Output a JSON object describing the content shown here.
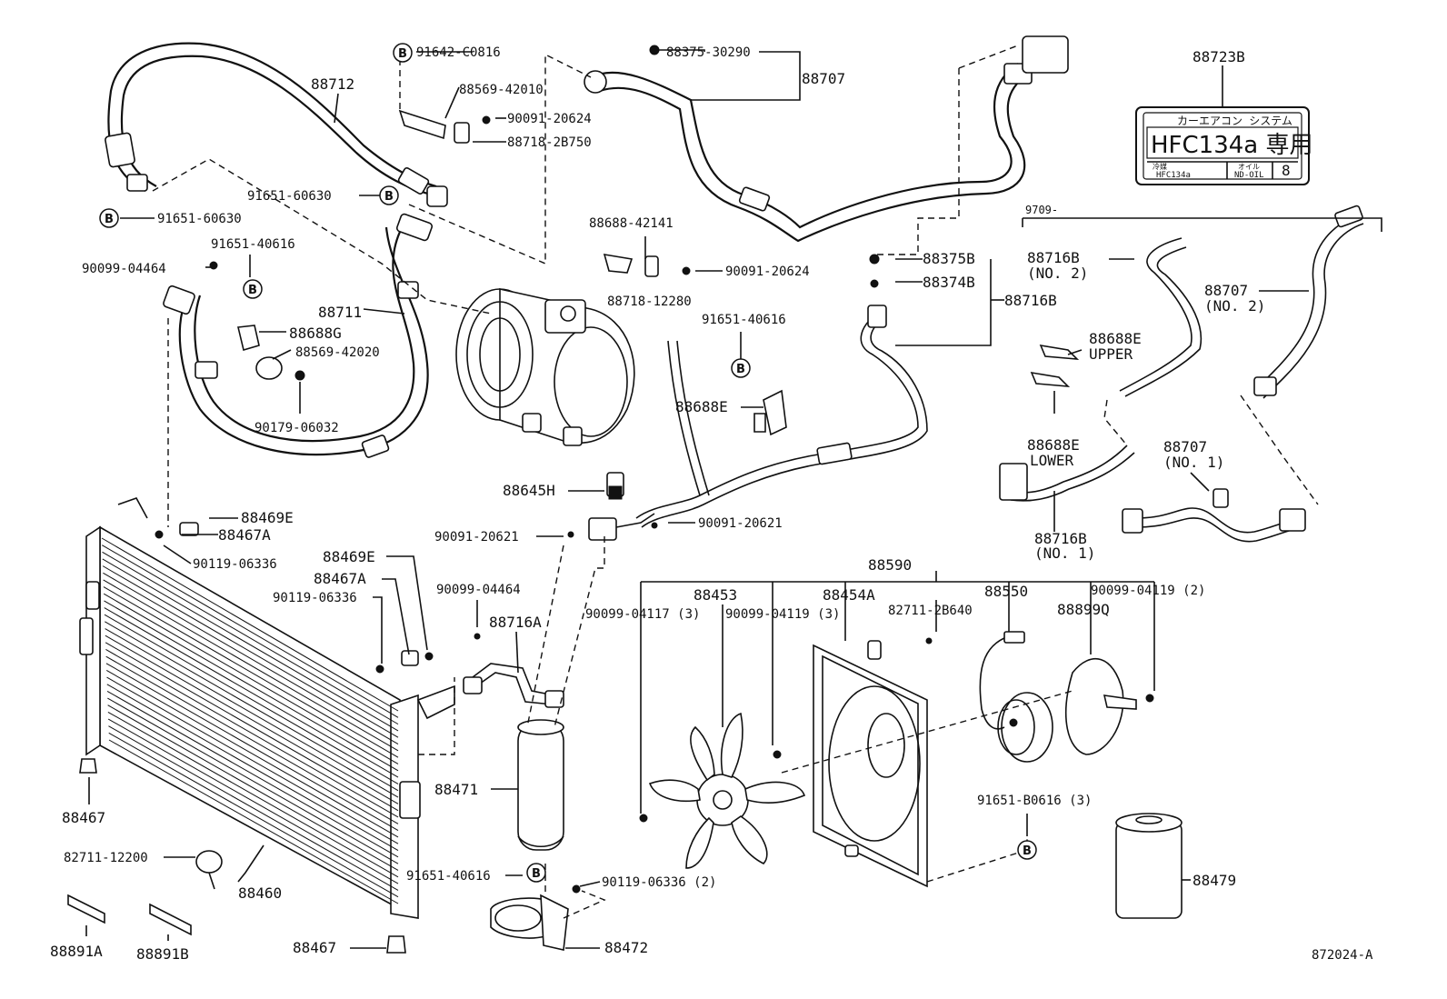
{
  "diagram": {
    "labels": {
      "l88712": "88712",
      "l91642": "91642-C0816",
      "l88569_42010": "88569-42010",
      "l90091_20624a": "90091-20624",
      "l88718_2B750": "88718-2B750",
      "l88375_30290": "88375-30290",
      "l88707": "88707",
      "l88723B": "88723B",
      "l91651_60630a": "91651-60630",
      "l91651_60630b": "91651-60630",
      "l91651_40616a": "91651-40616",
      "l90099_04464a": "90099-04464",
      "l88711": "88711",
      "l88688G": "88688G",
      "l88569_42020": "88569-42020",
      "l90179_06032": "90179-06032",
      "l88688_42141": "88688-42141",
      "l90091_20624b": "90091-20624",
      "l88718_12280": "88718-12280",
      "l91651_40616b": "91651-40616",
      "l88688E": "88688E",
      "l88375B": "88375B",
      "l88374B": "88374B",
      "l88716B": "88716B",
      "l9709": "9709-",
      "l88716B_no2": "88716B",
      "l_no2a": "(NO. 2)",
      "l88707_no2": "88707",
      "l_no2b": "(NO. 2)",
      "l88688E_upper": "88688E",
      "l_upper": "UPPER",
      "l88688E_lower": "88688E",
      "l_lower": "LOWER",
      "l88707_no1": "88707",
      "l_no1a": "(NO. 1)",
      "l88716B_no1": "88716B",
      "l_no1b": "(NO. 1)",
      "l88645H": "88645H",
      "l90091_20621a": "90091-20621",
      "l90091_20621b": "90091-20621",
      "l88469E_a": "88469E",
      "l88467A_a": "88467A",
      "l90119_06336a": "90119-06336",
      "l88469E_b": "88469E",
      "l88467A_b": "88467A",
      "l90119_06336b": "90119-06336",
      "l90099_04464b": "90099-04464",
      "l88716A": "88716A",
      "l88590": "88590",
      "l90099_04117": "90099-04117 (3)",
      "l88453": "88453",
      "l90099_04119a": "90099-04119 (3)",
      "l88454A": "88454A",
      "l82711_2B640": "82711-2B640",
      "l88550": "88550",
      "l90099_04119b": "90099-04119 (2)",
      "l88899Q": "88899Q",
      "l88467_a": "88467",
      "l88471": "88471",
      "l91651_B0616": "91651-B0616 (3)",
      "l82711_12200": "82711-12200",
      "l88460": "88460",
      "l91651_40616c": "91651-40616",
      "l90119_06336c": "90119-06336 (2)",
      "l88479": "88479",
      "l88891A": "88891A",
      "l88891B": "88891B",
      "l88467_b": "88467",
      "l88472": "88472",
      "l872024": "872024-A"
    },
    "b_marker": "B",
    "decal": {
      "top_text": "カーエアコン システム",
      "main_text": "HFC134a 専用",
      "bottom_left_label": "冷媒",
      "bottom_left_value": "HFC134a",
      "bottom_mid_label": "オイル",
      "bottom_mid_value": "ND-OIL",
      "bottom_right_value": "8"
    }
  }
}
